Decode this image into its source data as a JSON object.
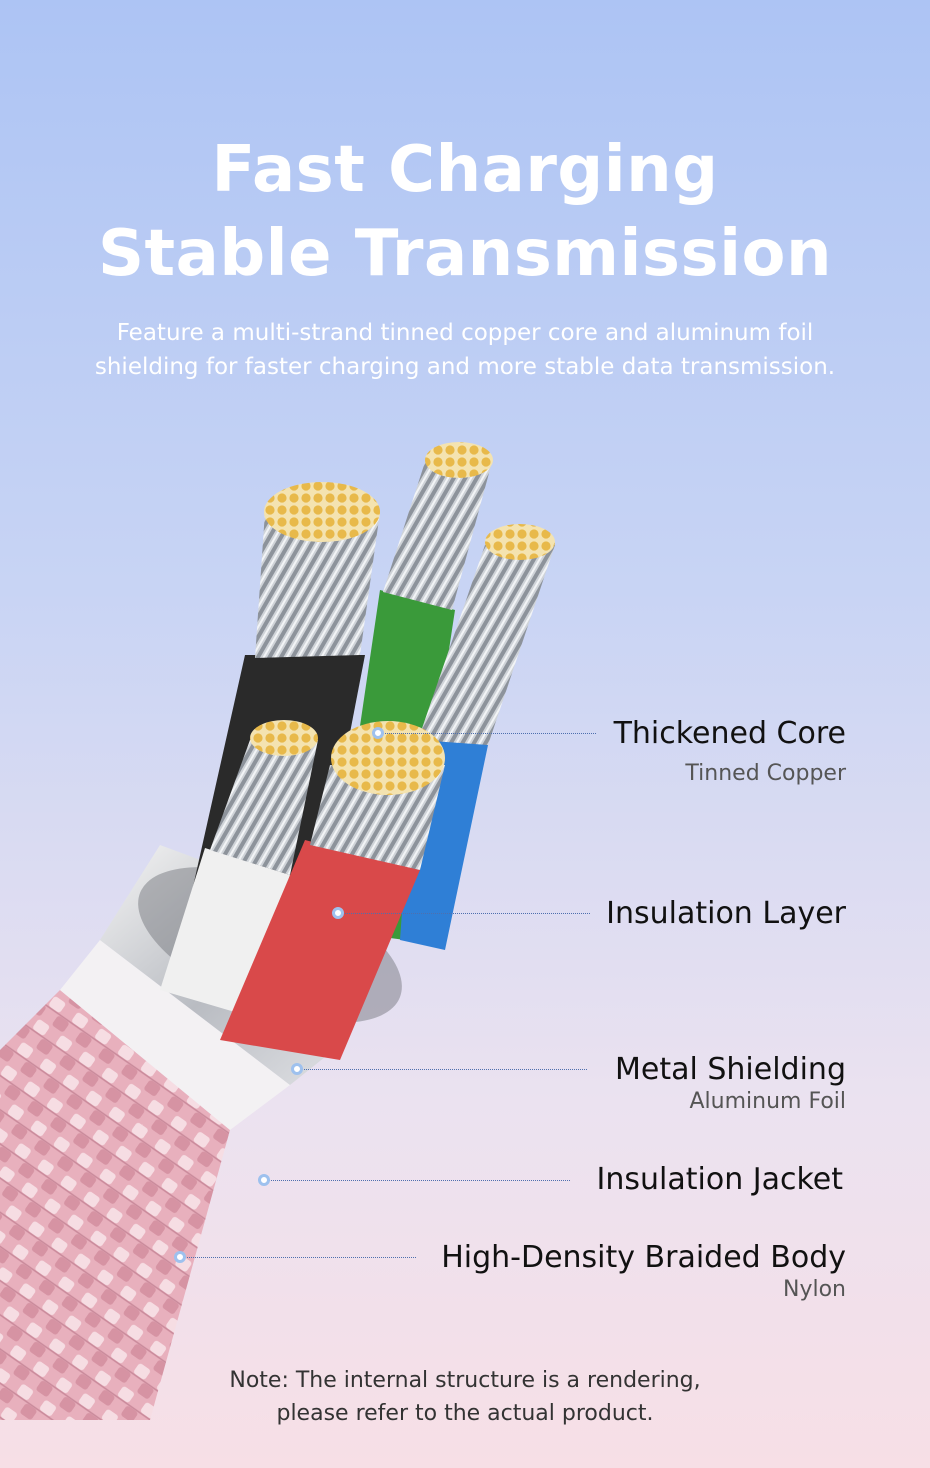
{
  "headline": {
    "line1": "Fast Charging",
    "line2": "Stable Transmission"
  },
  "subtitle": {
    "line1": "Feature a multi-strand tinned copper core and aluminum foil",
    "line2": "shielding for faster charging and more stable data transmission."
  },
  "callouts": [
    {
      "name": "Thickened Core",
      "sub": "Tinned Copper"
    },
    {
      "name": "Insulation Layer",
      "sub": ""
    },
    {
      "name": "Metal Shielding",
      "sub": "Aluminum Foil"
    },
    {
      "name": "Insulation Jacket",
      "sub": ""
    },
    {
      "name": "High-Density Braided Body",
      "sub": "Nylon"
    }
  ],
  "note": {
    "line1": "Note: The internal structure is a rendering,",
    "line2": "please refer to the actual product."
  },
  "colors": {
    "wire_black": "#2a2a2a",
    "wire_green": "#3a9a3a",
    "wire_blue": "#2f7fd6",
    "wire_white": "#f0f0f0",
    "wire_red": "#d9494a",
    "copper_tin": "#e8b94a",
    "braid_pink": "#e8b0bd",
    "leader_line": "#4e6fae"
  }
}
